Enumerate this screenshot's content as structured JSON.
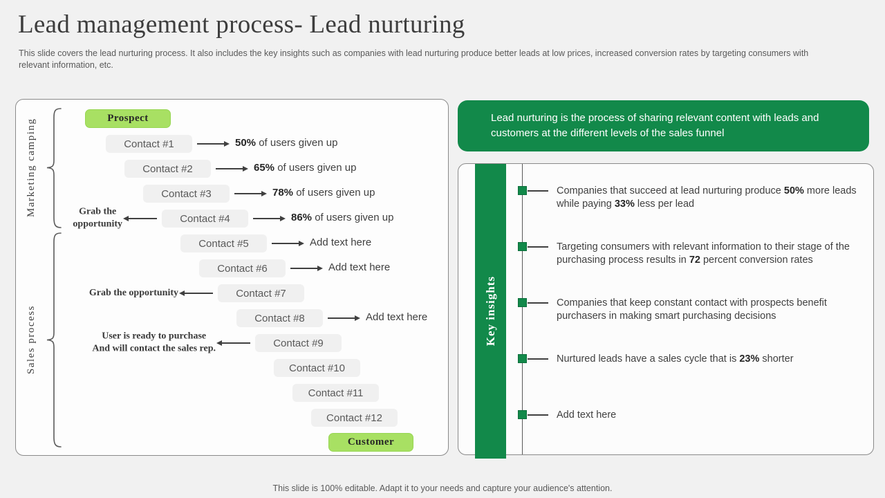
{
  "slide": {
    "title": "Lead management process- Lead nurturing",
    "subtitle": "This slide covers the lead nurturing process. It also includes the key insights such as companies with lead nurturing produce better leads at low prices, increased conversion rates by targeting consumers with relevant information, etc.",
    "footer": "This slide is 100% editable. Adapt it to your needs and capture your audience's attention."
  },
  "flow": {
    "start_label": "Prospect",
    "end_label": "Customer",
    "group_labels": [
      "Marketing camping",
      "Sales process"
    ],
    "rows": [
      {
        "label": "Contact #1",
        "right": "**50%** of users given up"
      },
      {
        "label": "Contact #2",
        "right": "**65%** of users given up"
      },
      {
        "label": "Contact #3",
        "right": "**78%** of users given up"
      },
      {
        "label": "Contact #4",
        "right": "**86%** of users given up",
        "left": "Grab the\nopportunity"
      },
      {
        "label": "Contact #5",
        "right": "Add text here"
      },
      {
        "label": "Contact #6",
        "right": "Add text here"
      },
      {
        "label": "Contact #7",
        "left": "Grab the opportunity"
      },
      {
        "label": "Contact #8",
        "right": "Add text here"
      },
      {
        "label": "Contact #9",
        "left": "User is ready to purchase\nAnd will contact the sales rep."
      },
      {
        "label": "Contact #10"
      },
      {
        "label": "Contact #11"
      },
      {
        "label": "Contact #12"
      }
    ]
  },
  "definition": "Lead nurturing  is the process of sharing relevant  content  with leads and customers  at the  different  levels  of the sales funnel",
  "insights": {
    "heading": "Key insights",
    "items": [
      "Companies that succeed at lead nurturing produce **50%** more leads while paying **33%** less per lead",
      "Targeting consumers with relevant information to their stage of the purchasing process results in **72** percent conversion rates",
      "Companies that keep constant contact with prospects benefit purchasers in making smart purchasing decisions",
      "Nurtured leads have a sales cycle that is **23%** shorter",
      "Add text here"
    ]
  },
  "colors": {
    "accent_green": "#12894a",
    "light_green": "#a8e063",
    "box_gray": "#f0f0f0",
    "text_dark": "#404040"
  }
}
